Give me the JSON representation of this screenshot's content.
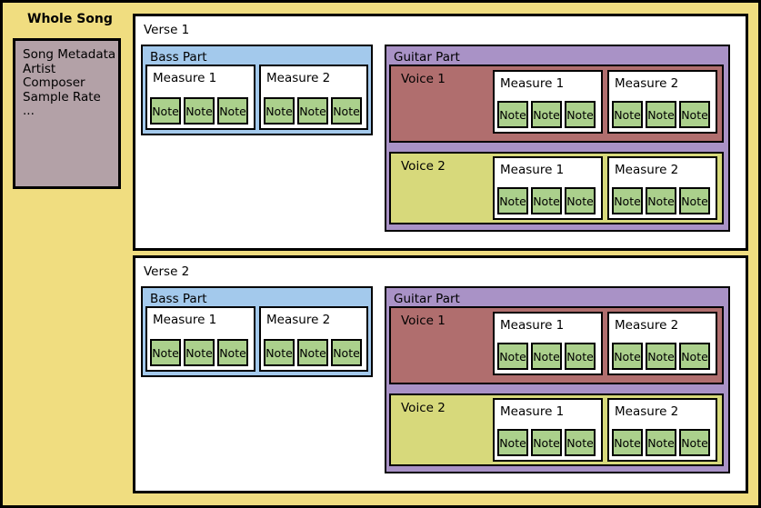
{
  "diagram": {
    "title": "Whole Song",
    "metadata": {
      "lines": [
        "Song Metadata",
        "Artist",
        "Composer",
        "Sample Rate",
        "..."
      ]
    },
    "verses": [
      {
        "label": "Verse 1",
        "bass": {
          "label": "Bass Part",
          "measures": [
            {
              "label": "Measure 1",
              "notes": [
                "Note",
                "Note",
                "Note"
              ]
            },
            {
              "label": "Measure 2",
              "notes": [
                "Note",
                "Note",
                "Note"
              ]
            }
          ]
        },
        "guitar": {
          "label": "Guitar Part",
          "voices": [
            {
              "label": "Voice 1",
              "measures": [
                {
                  "label": "Measure 1",
                  "notes": [
                    "Note",
                    "Note",
                    "Note"
                  ]
                },
                {
                  "label": "Measure 2",
                  "notes": [
                    "Note",
                    "Note",
                    "Note"
                  ]
                }
              ]
            },
            {
              "label": "Voice 2",
              "measures": [
                {
                  "label": "Measure 1",
                  "notes": [
                    "Note",
                    "Note",
                    "Note"
                  ]
                },
                {
                  "label": "Measure 2",
                  "notes": [
                    "Note",
                    "Note",
                    "Note"
                  ]
                }
              ]
            }
          ]
        }
      },
      {
        "label": "Verse 2",
        "bass": {
          "label": "Bass Part",
          "measures": [
            {
              "label": "Measure 1",
              "notes": [
                "Note",
                "Note",
                "Note"
              ]
            },
            {
              "label": "Measure 2",
              "notes": [
                "Note",
                "Note",
                "Note"
              ]
            }
          ]
        },
        "guitar": {
          "label": "Guitar Part",
          "voices": [
            {
              "label": "Voice 1",
              "measures": [
                {
                  "label": "Measure 1",
                  "notes": [
                    "Note",
                    "Note",
                    "Note"
                  ]
                },
                {
                  "label": "Measure 2",
                  "notes": [
                    "Note",
                    "Note",
                    "Note"
                  ]
                }
              ]
            },
            {
              "label": "Voice 2",
              "measures": [
                {
                  "label": "Measure 1",
                  "notes": [
                    "Note",
                    "Note",
                    "Note"
                  ]
                },
                {
                  "label": "Measure 2",
                  "notes": [
                    "Note",
                    "Note",
                    "Note"
                  ]
                }
              ]
            }
          ]
        }
      }
    ],
    "colors": {
      "background": "#f0dd80",
      "border": "#000000",
      "metadata_box": "#b3a1a7",
      "verse_box": "#ffffff",
      "bass_part": "#a3c9ec",
      "guitar_part": "#a992c6",
      "voice_1": "#b06e6e",
      "voice_2": "#d7d97b",
      "measure_box": "#ffffff",
      "note_box": "#abd08c"
    }
  }
}
